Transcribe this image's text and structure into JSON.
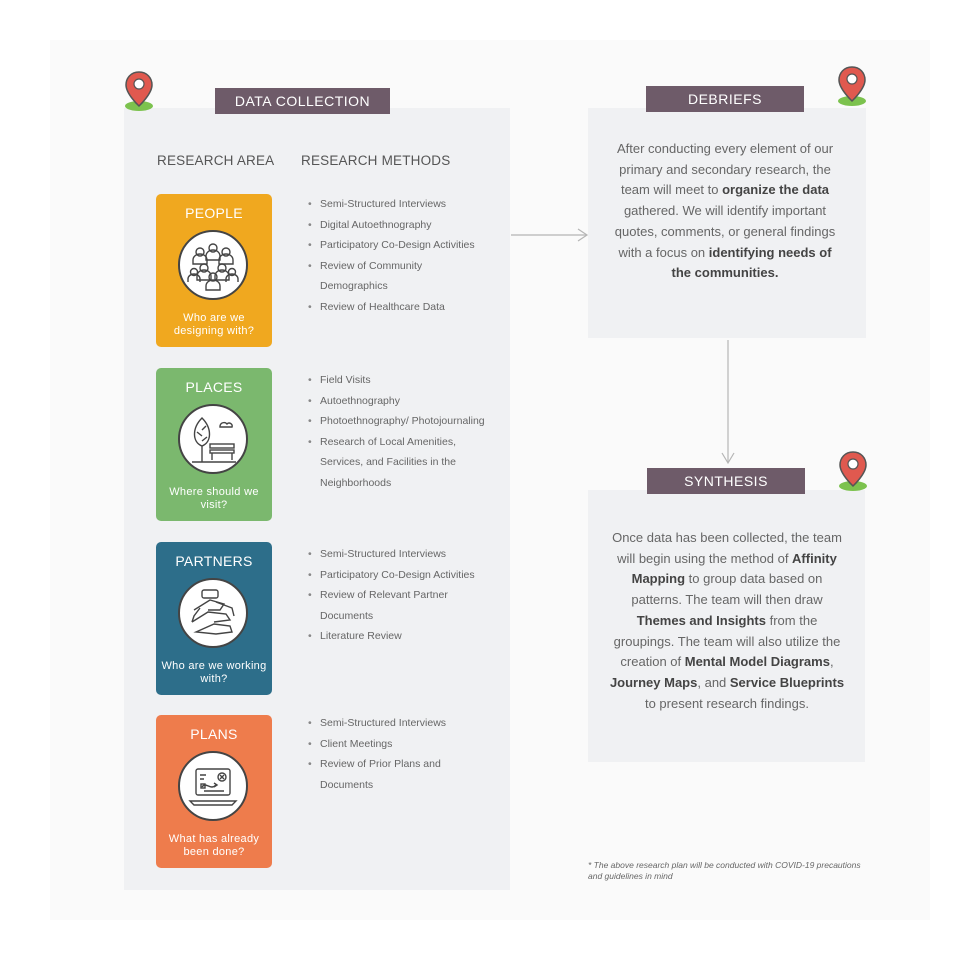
{
  "collection": {
    "tag": "DATA COLLECTION",
    "research_area_header": "RESEARCH AREA",
    "research_methods_header": "RESEARCH METHODS",
    "areas": [
      {
        "title": "PEOPLE",
        "question": "Who are we designing with?",
        "color": "#f0a81f",
        "icon": "people-group-icon",
        "methods": [
          "Semi-Structured Interviews",
          "Digital Autoethnography",
          "Participatory Co-Design Activities",
          "Review of Community Demographics",
          "Review of Healthcare Data"
        ]
      },
      {
        "title": "PLACES",
        "question": "Where should we visit?",
        "color": "#7bb86e",
        "icon": "park-tree-bench-icon",
        "methods": [
          "Field Visits",
          "Autoethnography",
          "Photoethnography/ Photojournaling",
          "Research of Local Amenities, Services, and Facilities in the Neighborhoods"
        ]
      },
      {
        "title": "PARTNERS",
        "question": "Who are we working with?",
        "color": "#2d6e8a",
        "icon": "stacked-hands-icon",
        "methods": [
          "Semi-Structured Interviews",
          "Participatory Co-Design Activities",
          "Review of Relevant Partner Documents",
          "Literature Review"
        ]
      },
      {
        "title": "PLANS",
        "question": "What has already been done?",
        "color": "#ee7c4c",
        "icon": "laptop-plan-icon",
        "methods": [
          "Semi-Structured Interviews",
          "Client Meetings",
          "Review of Prior Plans and Documents"
        ]
      }
    ]
  },
  "debriefs": {
    "tag": "DEBRIEFS",
    "text": [
      {
        "t": "After conducting every element of our primary and secondary research, the team will meet to "
      },
      {
        "t": "organize the data",
        "b": true
      },
      {
        "t": " gathered. We will identify important quotes, comments, or general findings with a focus on "
      },
      {
        "t": "identifying needs of the communities.",
        "b": true
      }
    ]
  },
  "synthesis": {
    "tag": "SYNTHESIS",
    "text": [
      {
        "t": "Once data has been collected, the team will begin using the method of "
      },
      {
        "t": "Affinity Mapping",
        "b": true
      },
      {
        "t": " to group data based on patterns. The team will then draw "
      },
      {
        "t": "Themes and Insights",
        "b": true
      },
      {
        "t": " from the groupings. The team will also utilize the creation of "
      },
      {
        "t": "Mental Model Diagrams",
        "b": true
      },
      {
        "t": ", "
      },
      {
        "t": "Journey Maps",
        "b": true
      },
      {
        "t": ", and "
      },
      {
        "t": "Service Blueprints",
        "b": true
      },
      {
        "t": " to present research findings."
      }
    ]
  },
  "footnote": "* The above research plan will be conducted with COVID-19 precautions and guidelines in mind",
  "colors": {
    "tag": "#6e5b69",
    "pin": "#e0594f",
    "pin_ground": "#7cc24e",
    "panel": "#f0f1f3",
    "arrow": "#b5b5b5"
  }
}
